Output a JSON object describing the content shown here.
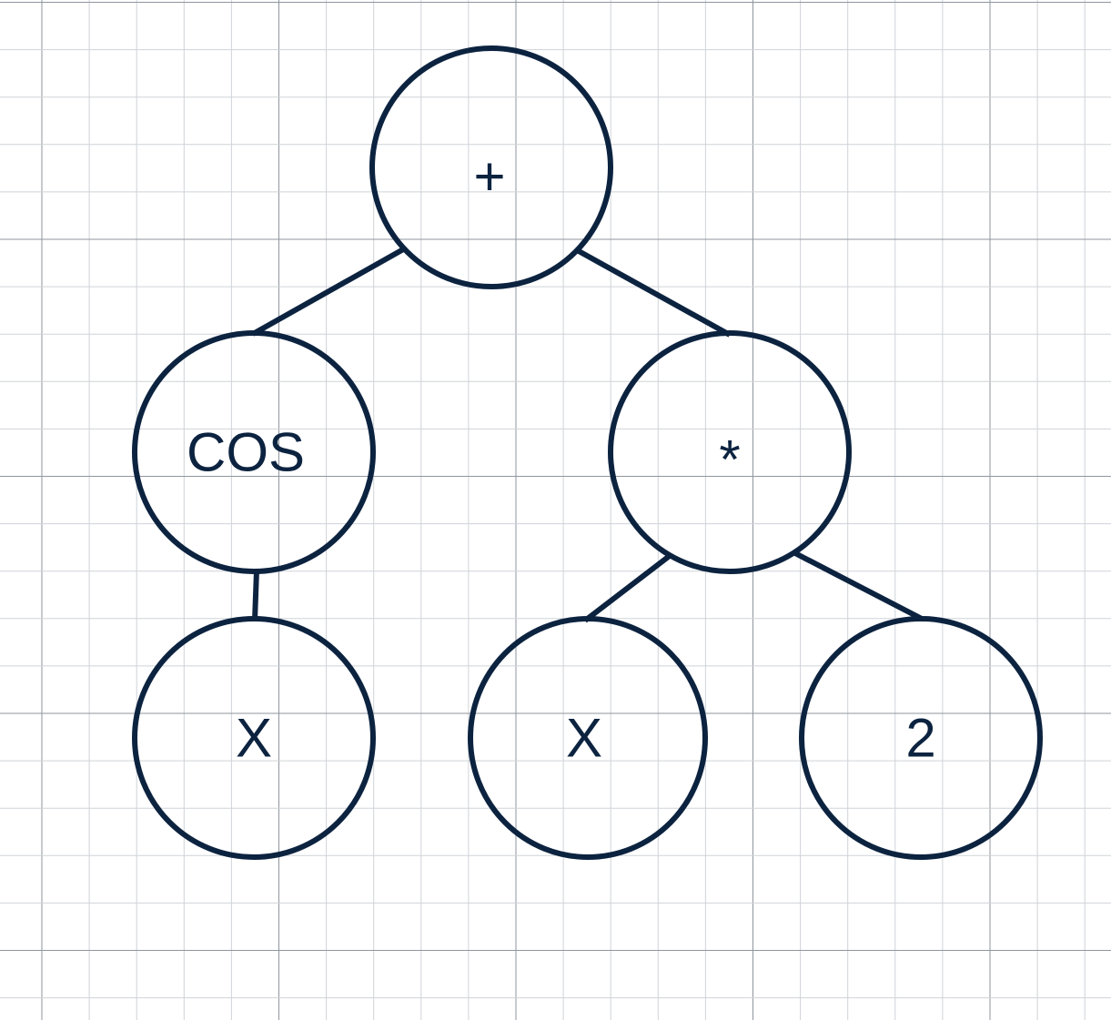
{
  "colors": {
    "stroke": "#0c2340",
    "background": "#ffffff",
    "grid_minor": "#cfd3d8",
    "grid_major": "#8f969e"
  },
  "tree": {
    "nodes": [
      {
        "id": "plus",
        "label": "+"
      },
      {
        "id": "cos",
        "label": "COS"
      },
      {
        "id": "times",
        "label": "*"
      },
      {
        "id": "x-left",
        "label": "X"
      },
      {
        "id": "x-right",
        "label": "X"
      },
      {
        "id": "two",
        "label": "2"
      }
    ],
    "edges": [
      {
        "from": "plus",
        "to": "cos"
      },
      {
        "from": "plus",
        "to": "times"
      },
      {
        "from": "cos",
        "to": "x-left"
      },
      {
        "from": "times",
        "to": "x-right"
      },
      {
        "from": "times",
        "to": "two"
      }
    ]
  }
}
